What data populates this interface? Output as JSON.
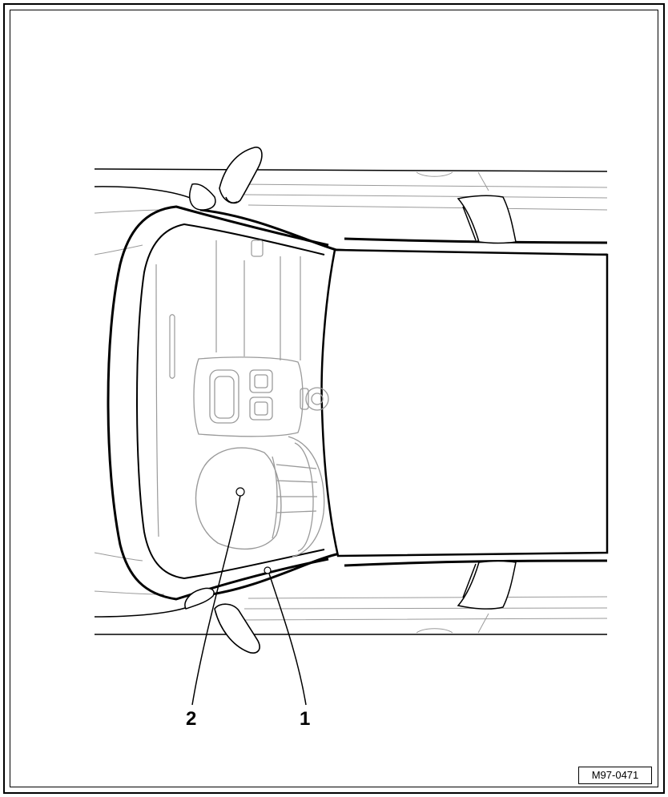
{
  "callouts": [
    {
      "label": "1"
    },
    {
      "label": "2"
    }
  ],
  "figure_code": "M97-0471",
  "colors": {
    "line": "#000000",
    "detail": "#9a9a9a",
    "background": "#ffffff"
  }
}
